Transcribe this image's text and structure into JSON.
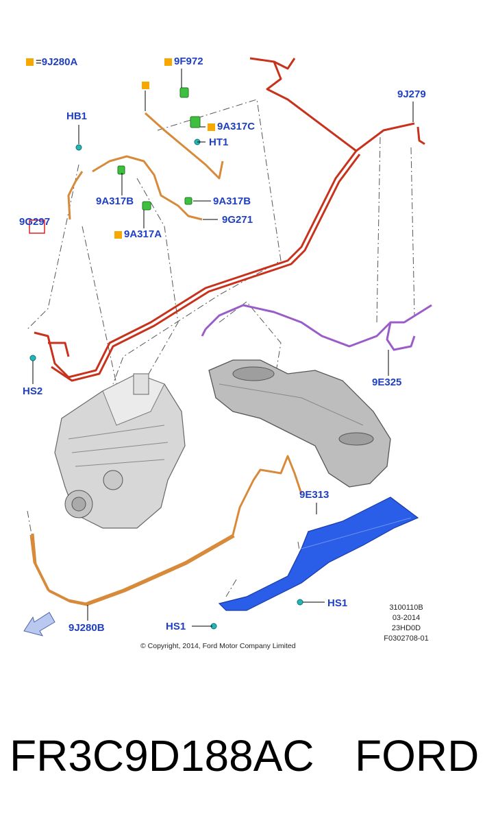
{
  "legend": {
    "symbol": "=",
    "code": "9J280A"
  },
  "callouts": {
    "hb1": "HB1",
    "f972": "9F972",
    "a317c": "9A317C",
    "ht1": "HT1",
    "j279": "9J279",
    "a317b_left": "9A317B",
    "a317b_right": "9A317B",
    "g297": "9G297",
    "g271": "9G271",
    "a317a": "9A317A",
    "hs2": "HS2",
    "e325": "9E325",
    "e313": "9E313",
    "hs1_right": "HS1",
    "hs1_left": "HS1",
    "j280b": "9J280B"
  },
  "meta": {
    "line1": "3100110B",
    "line2": "03-2014",
    "line3": "23HD0D",
    "line4": "F0302708-01"
  },
  "copyright": "© Copyright, 2014, Ford Motor Company Limited",
  "footer": {
    "part_number": "FR3C9D188AC",
    "brand": "FORD"
  },
  "colors": {
    "callout_text": "#1f3fc0",
    "legend_square": "#f7a800",
    "red_line": "#c8321c",
    "orange_line": "#d68a3a",
    "purple_line": "#9a5cc9",
    "blue_shield": "#2a5ee8",
    "green_clip": "#3fbf3f"
  }
}
